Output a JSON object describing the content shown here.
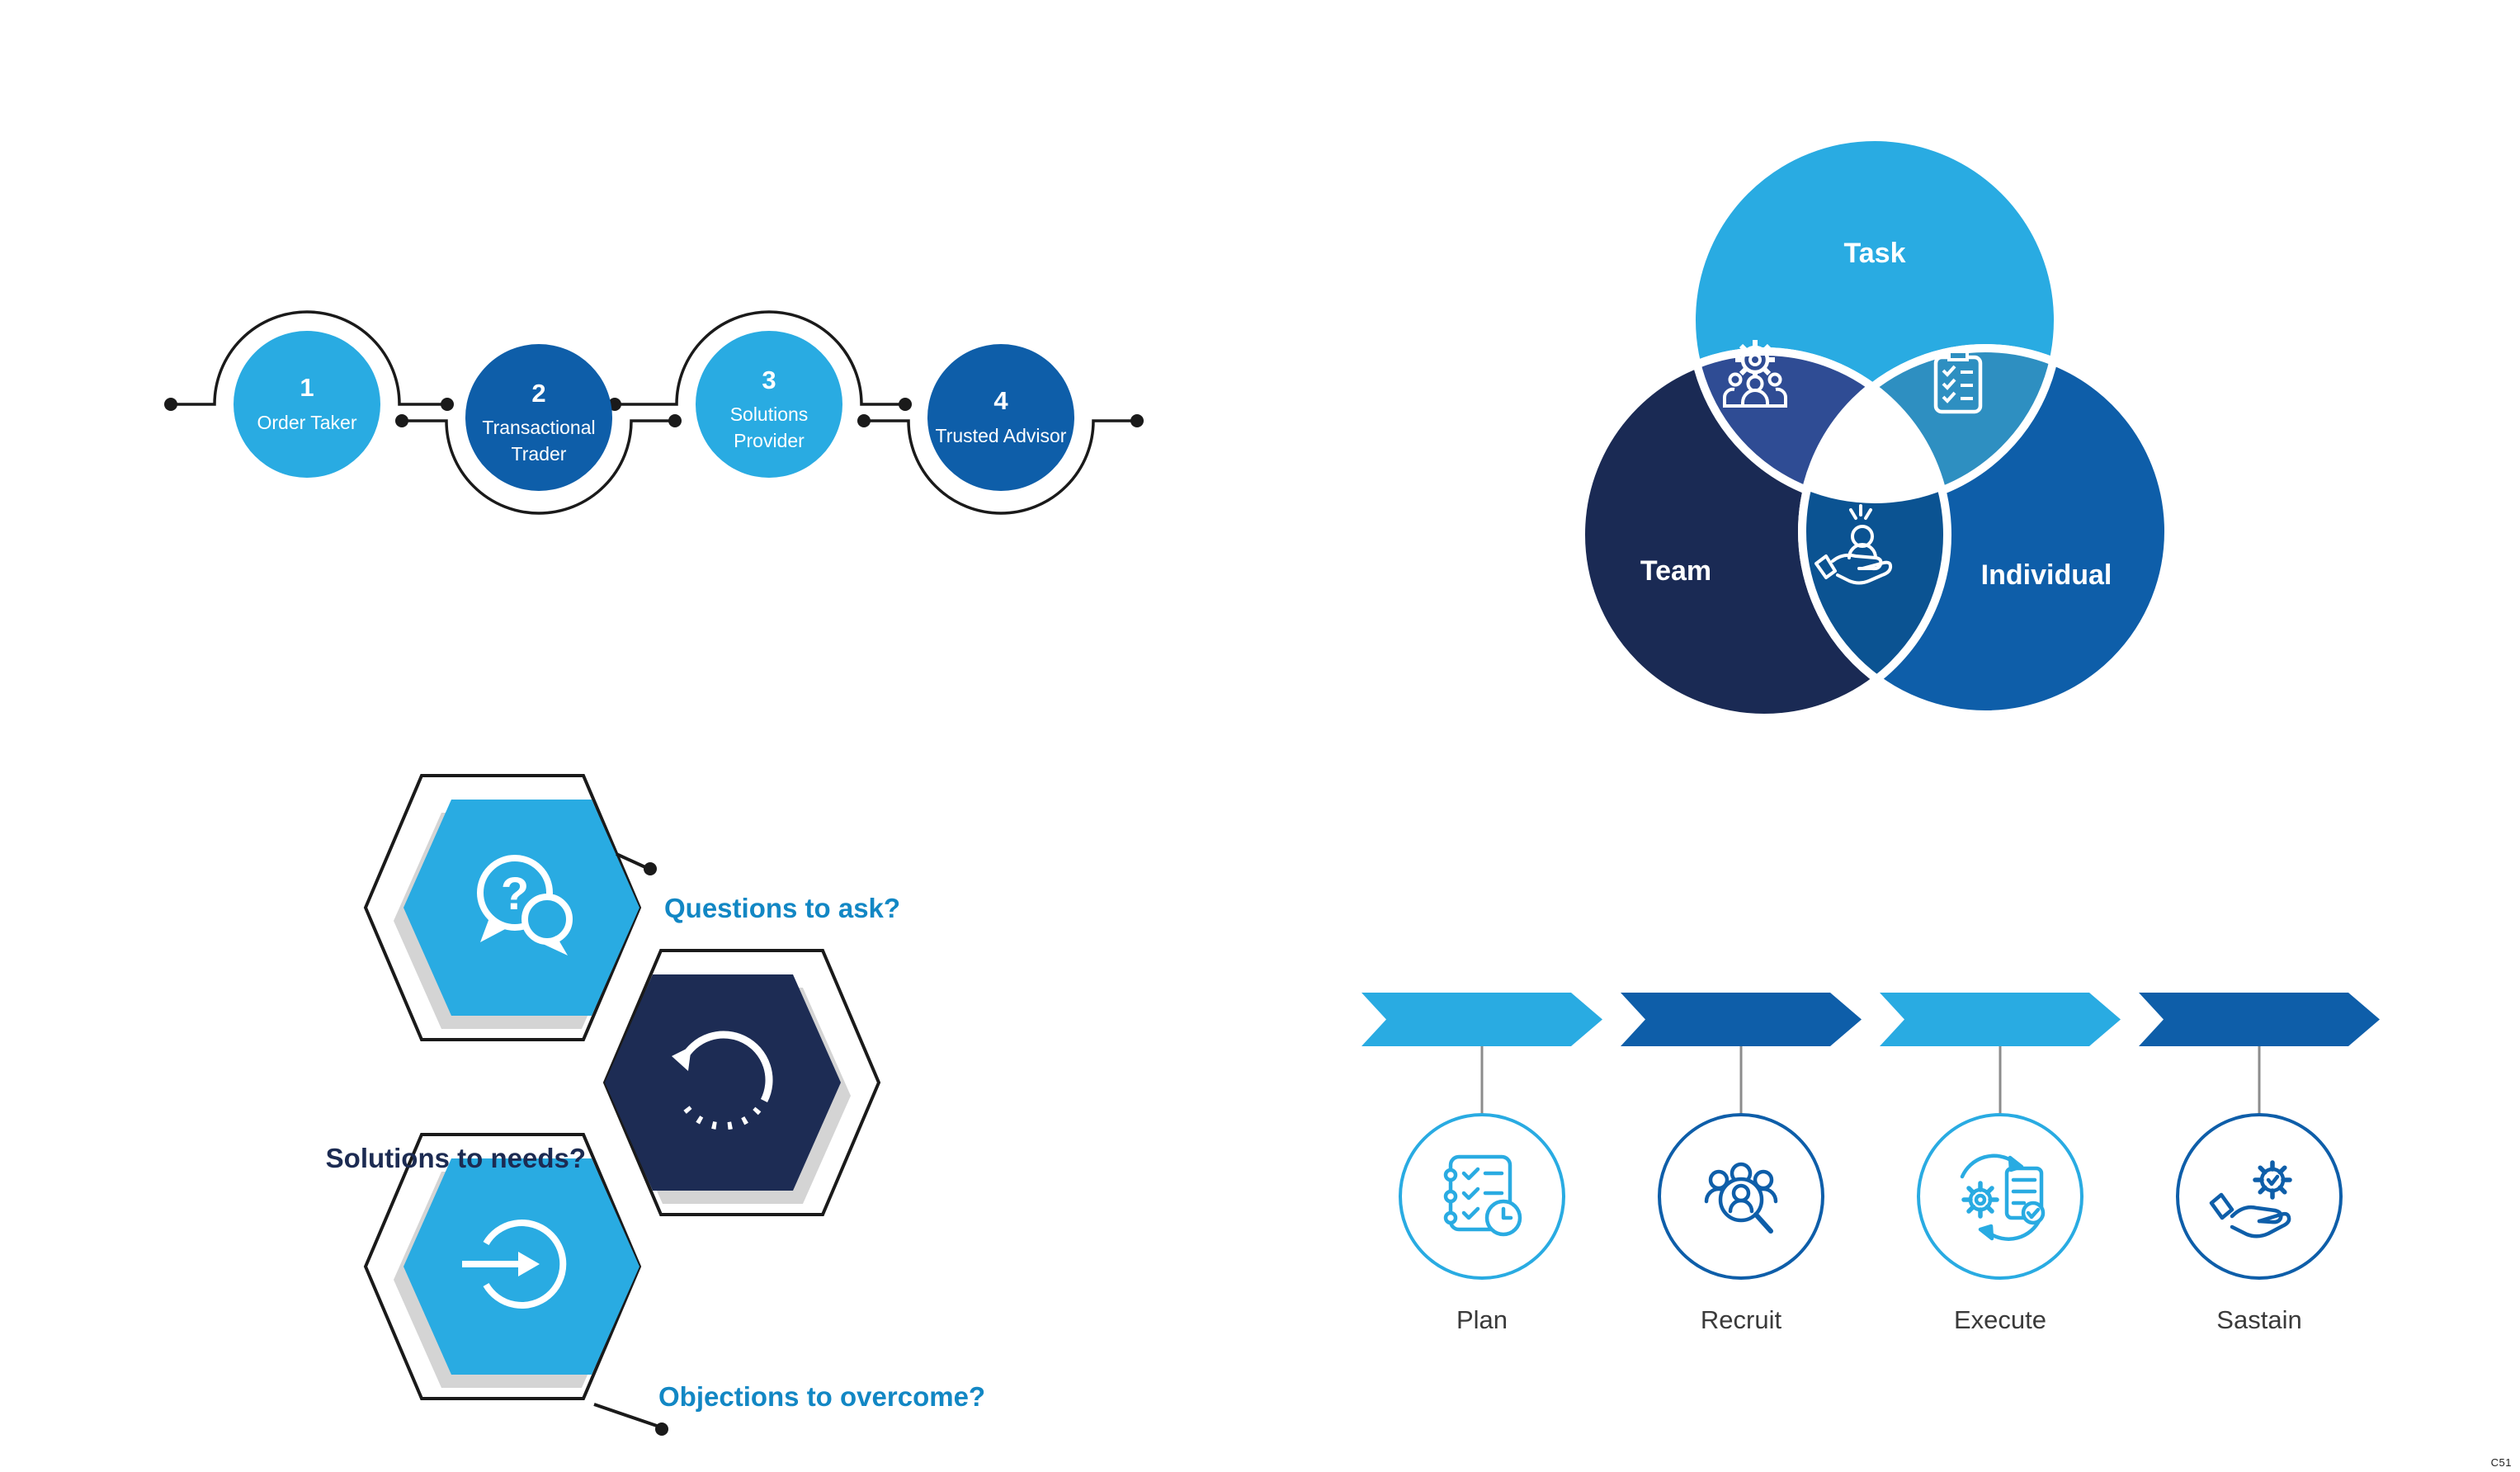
{
  "page": {
    "background": "#FFFFFF",
    "footer_code": "C51"
  },
  "colors": {
    "cyan": "#29ABE2",
    "blue": "#0E5EA9",
    "navy_team": "#1A2A54",
    "navy_hex": "#1D2C54",
    "lens_task_team": "#2F4C94",
    "lens_task_individual": "#2E8FC1",
    "lens_team_individual": "#0B5392",
    "label_blue": "#1287C4",
    "label_navy": "#1C2B52",
    "text_dark": "#3A3A3A",
    "line_black": "#1A1A1A",
    "line_gray": "#8C8C8C",
    "shadow_gray": "#D4D4D4",
    "white": "#FFFFFF"
  },
  "seller_progression": {
    "steps": [
      {
        "number": "1",
        "lines": [
          "Order Taker"
        ]
      },
      {
        "number": "2",
        "lines": [
          "Transactional",
          "Trader"
        ]
      },
      {
        "number": "3",
        "lines": [
          "Solutions",
          "Provider"
        ]
      },
      {
        "number": "4",
        "lines": [
          "Trusted Advisor"
        ]
      }
    ]
  },
  "venn": {
    "labels": {
      "top": "Task",
      "left": "Team",
      "right": "Individual"
    },
    "icons": {
      "top_left": "team-gear-people-icon",
      "top_right": "task-checklist-icon",
      "bottom": "individual-care-icon"
    }
  },
  "hex_questions": {
    "items": [
      {
        "label": "Questions to ask?",
        "icon": "question-chat-bubbles-icon"
      },
      {
        "label": "Solutions to needs?",
        "icon": "cycle-refresh-icon"
      },
      {
        "label": "Objections to overcome?",
        "icon": "arrow-enter-circle-icon"
      }
    ],
    "question_glyph": "?"
  },
  "timeline": {
    "stages": [
      {
        "label": "Plan",
        "icon": "notepad-checklist-clock-icon"
      },
      {
        "label": "Recruit",
        "icon": "people-magnifier-icon"
      },
      {
        "label": "Execute",
        "icon": "gear-document-sync-icon"
      },
      {
        "label": "Sastain",
        "icon": "hand-gear-check-icon"
      }
    ]
  }
}
